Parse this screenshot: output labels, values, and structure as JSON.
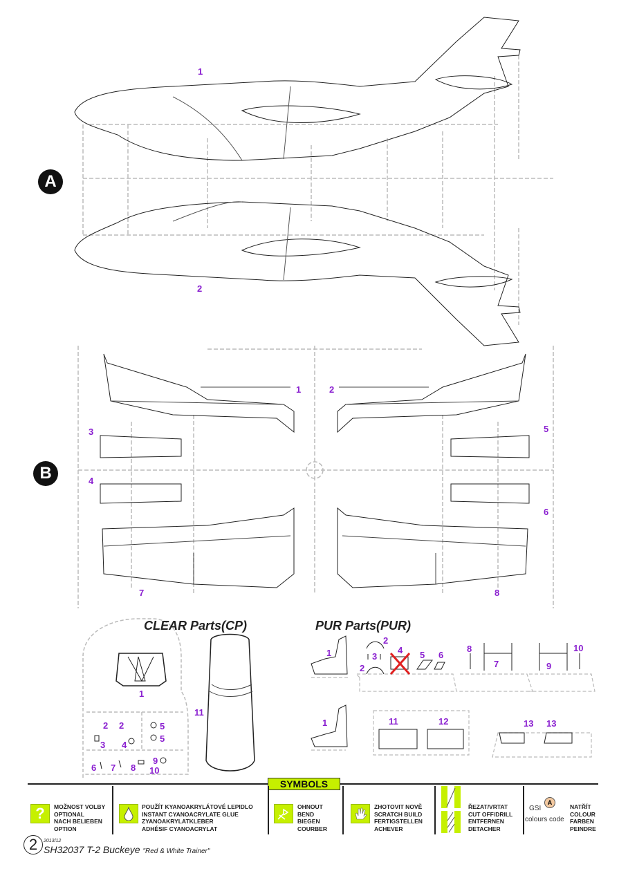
{
  "sprue_a": {
    "badge": "A",
    "labels": [
      "1",
      "2"
    ]
  },
  "sprue_b": {
    "badge": "B",
    "labels": [
      "1",
      "2",
      "3",
      "4",
      "5",
      "6",
      "7",
      "8"
    ]
  },
  "clear_parts": {
    "title": "CLEAR Parts(CP)",
    "labels": [
      "1",
      "11",
      "2",
      "2",
      "3",
      "4",
      "5",
      "5",
      "6",
      "7",
      "8",
      "9",
      "10"
    ]
  },
  "pur_parts": {
    "title": "PUR Parts(PUR)",
    "labels": [
      "1",
      "2",
      "3",
      "2",
      "4",
      "5",
      "6",
      "8",
      "7",
      "9",
      "10",
      "1",
      "11",
      "12",
      "13",
      "13"
    ]
  },
  "symbols": {
    "title": "SYMBOLS",
    "items": [
      {
        "icon": "question-icon",
        "text": "MOŽNOST VOLBY\nOPTIONAL\nNACH BELIEBEN\nOPTION"
      },
      {
        "icon": "glue-drop-icon",
        "text": "POUŽÍT KYANOAKRYLÁTOVÉ LEPIDLO\nINSTANT CYANOACRYLATE GLUE\nZYANOAKRYLATKLEBER\nADHÉSIF CYANOACRYLAT"
      },
      {
        "icon": "bend-icon",
        "text": "OHNOUT\nBEND\nBIEGEN\nCOURBER"
      },
      {
        "icon": "hand-icon",
        "text": "ZHOTOVIT NOVĚ\nSCRATCH BUILD\nFERTIGSTELLEN\nACHEVER"
      },
      {
        "icon": "cut-drill-icon",
        "text": "ŘEZAT/VRTAT\nCUT OFF/DRILL\nENTFERNEN\nDETACHER"
      },
      {
        "icon": "paint-icon",
        "gsi": "GSI",
        "badge": "A",
        "code_label": "colours code",
        "text": "NATŘÍT\nCOLOUR\nFARBEN\nPEINDRE"
      }
    ],
    "accent": "#c6f000"
  },
  "footer": {
    "page": "2",
    "date": "2013/12",
    "code": "SH32037  T-2 Buckeye",
    "subtitle": "\"Red & White Trainer\""
  },
  "colors": {
    "part_label": "#8a1fd0",
    "cross": "#e02020"
  }
}
